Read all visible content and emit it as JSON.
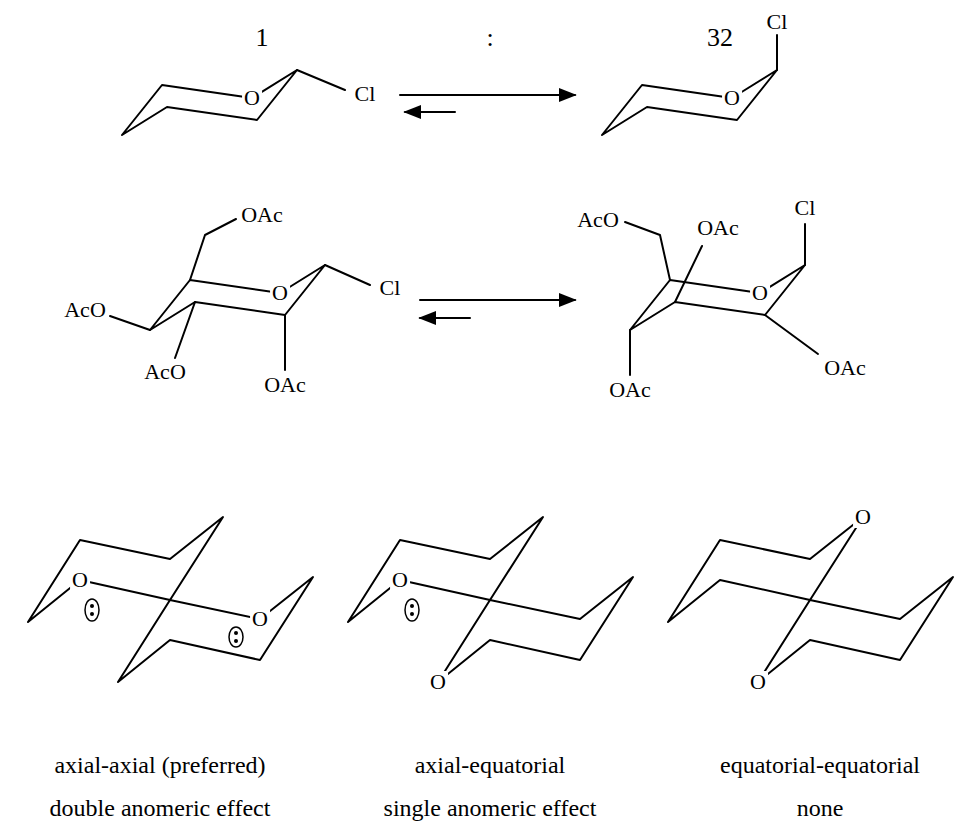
{
  "diagram": {
    "labels": [
      "1",
      ":",
      "32",
      "O",
      "Cl",
      "Cl",
      "O",
      "OAc",
      "AcO",
      "O",
      "Cl",
      "AcO",
      "OAc",
      "Cl",
      "AcO",
      "OAc",
      "O",
      "OAc",
      "OAc",
      "O",
      "O",
      "O",
      "O",
      "O",
      "O",
      "axial-axial (preferred)",
      "axial-equatorial",
      "equatorial-equatorial",
      "double anomeric effect",
      "single anomeric effect",
      "none"
    ]
  }
}
